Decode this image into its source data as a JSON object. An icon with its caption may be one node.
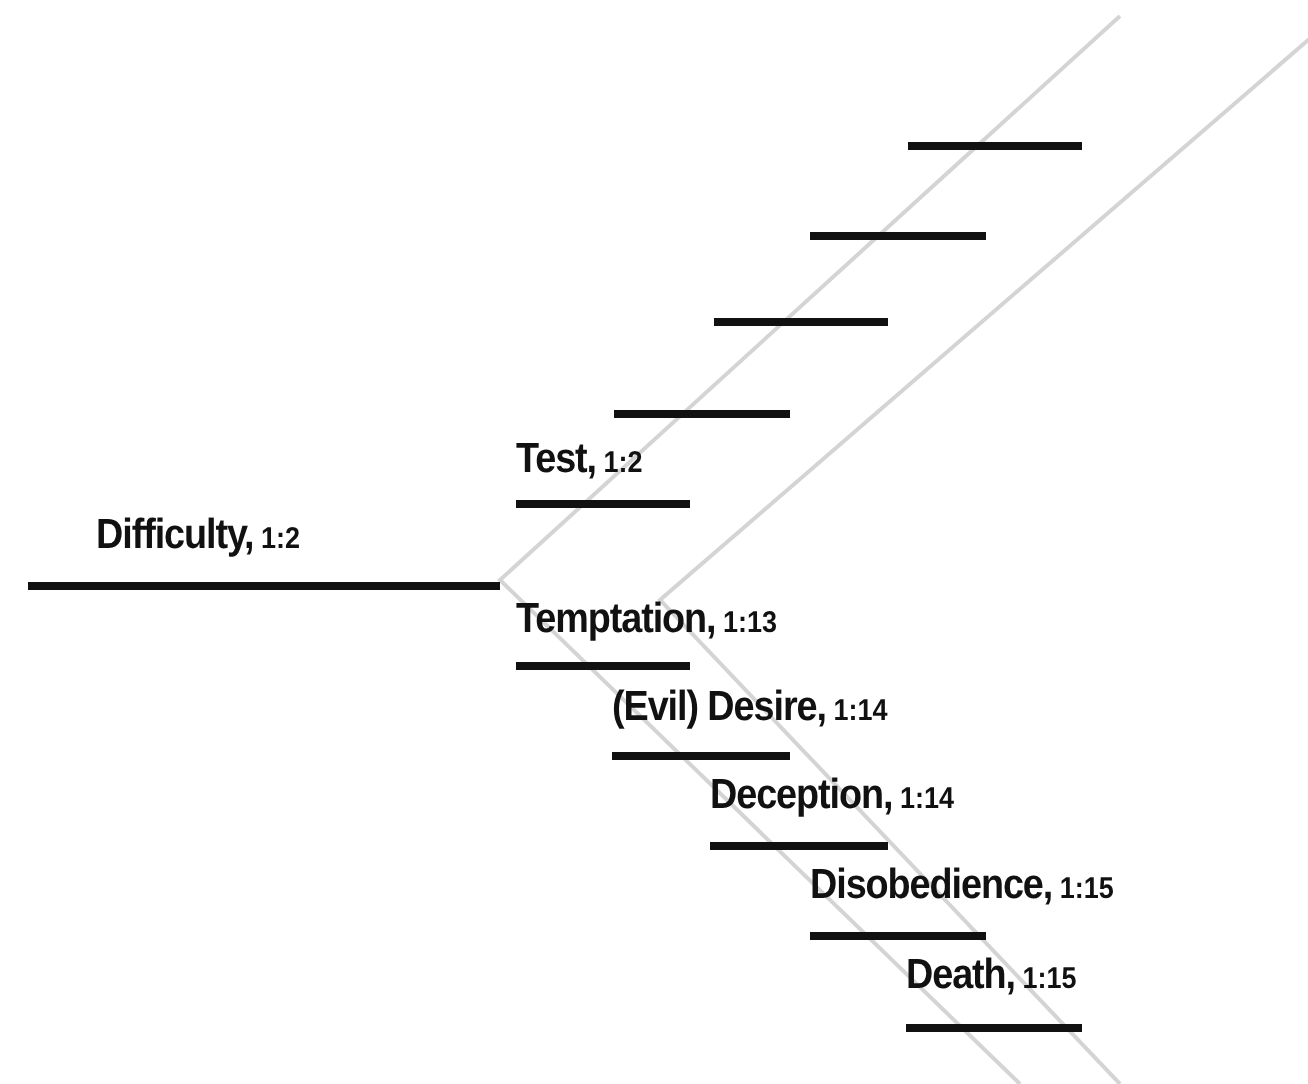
{
  "diagram": {
    "labels": [
      "Test, 1:2",
      "Difficulty, 1:2",
      "Temptation, 1:13",
      "(Evil) Desire, 1:14",
      "Deception, 1:14",
      "Disobedience, 1:15",
      "Death, 1:15"
    ]
  }
}
